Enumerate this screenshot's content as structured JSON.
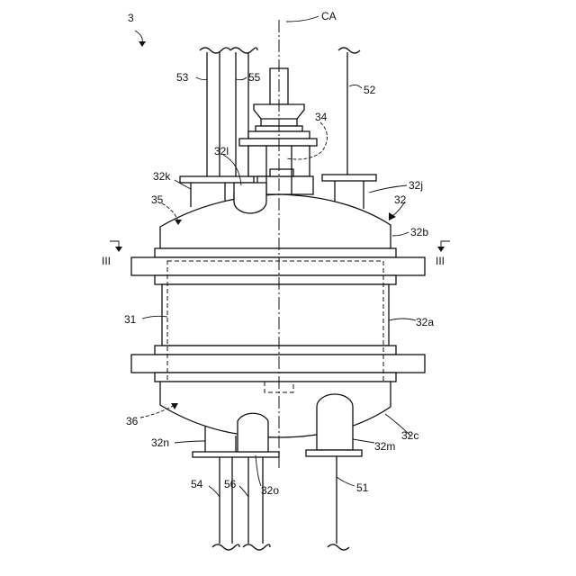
{
  "figure": {
    "labels": {
      "ref_main": "3",
      "ca": "CA",
      "l34": "34",
      "l35": "35",
      "l55": "55",
      "l53": "53",
      "l52": "52",
      "l32l": "32l",
      "l32k": "32k",
      "l32j": "32j",
      "l32": "32",
      "l32b": "32b",
      "sec_left": "III",
      "sec_right": "III",
      "l31": "31",
      "l32a": "32a",
      "l36": "36",
      "l32c": "32c",
      "l32n": "32n",
      "l32m": "32m",
      "l54": "54",
      "l56": "56",
      "l32o": "32o",
      "l51": "51"
    }
  }
}
